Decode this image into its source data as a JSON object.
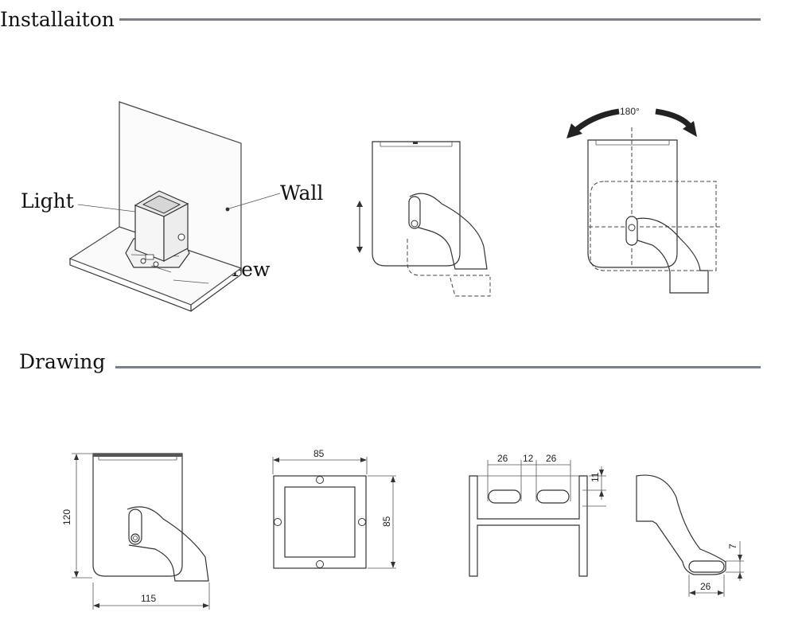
{
  "sections": {
    "installation_title": "Installaiton",
    "drawing_title": "Drawing"
  },
  "callouts": {
    "light": "Light",
    "wall": "Wall",
    "fix_screw": "Fix screw"
  },
  "rotation": {
    "label": "180°"
  },
  "dimensions": {
    "side_height": "120",
    "side_width": "115",
    "front_width": "85",
    "front_height": "85",
    "bracket_left_slot": "26",
    "bracket_gap": "12",
    "bracket_right_slot": "26",
    "bracket_top": "11",
    "arm_slot_height": "7",
    "arm_slot_width": "26"
  }
}
